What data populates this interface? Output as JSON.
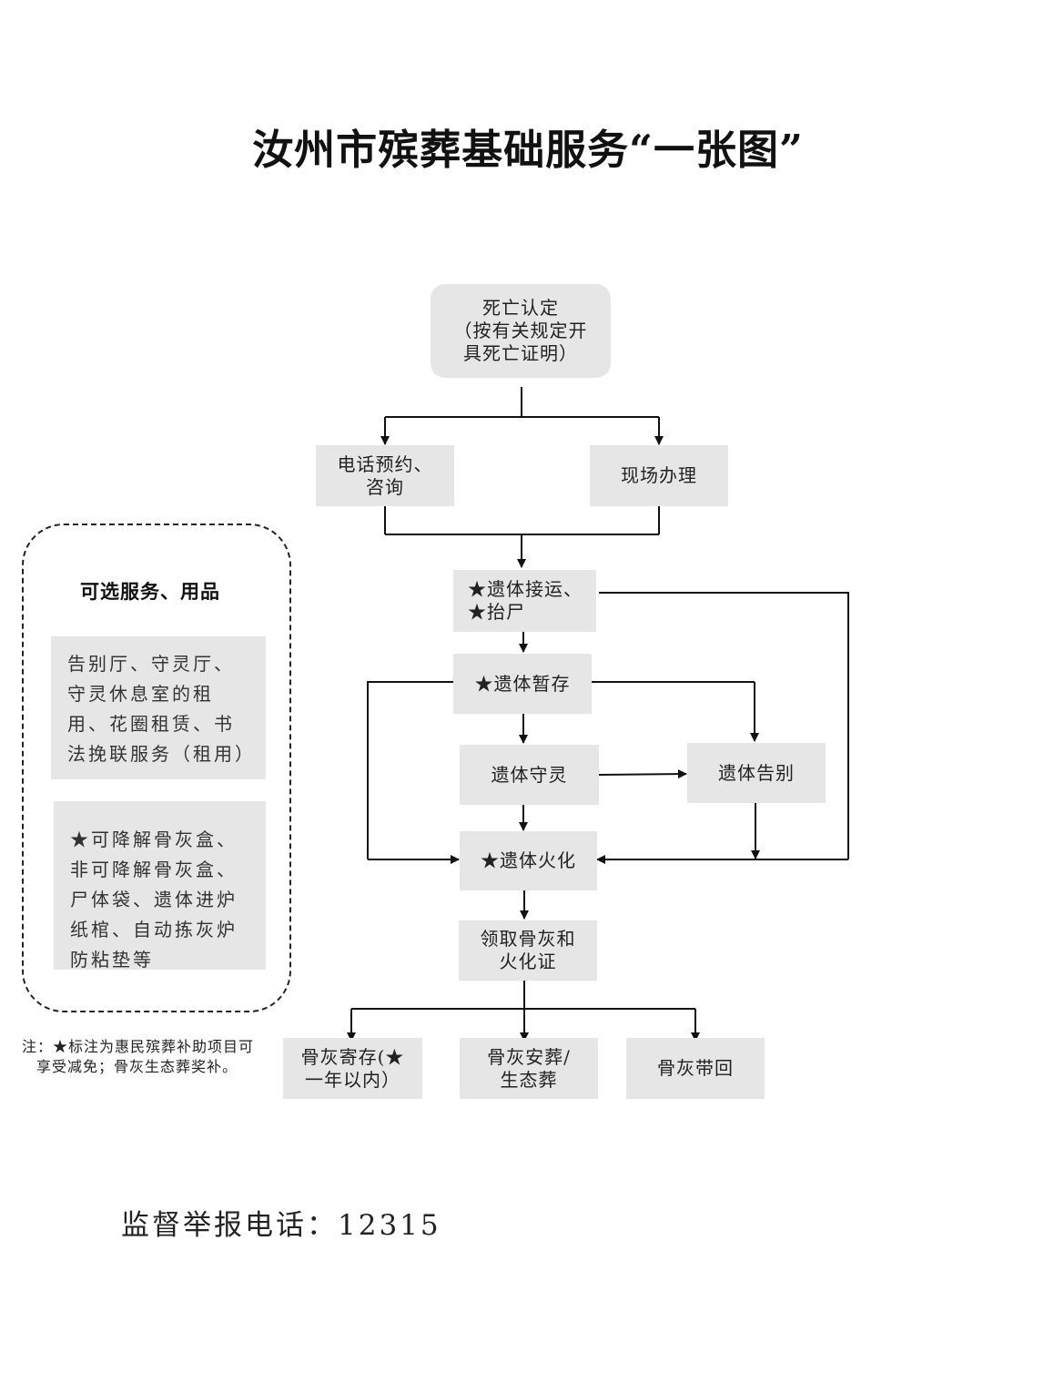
{
  "title": "汝州市殡葬基础服务“一张图”",
  "flow": {
    "death_cert": "死亡认定\n（按有关规定开\n具死亡证明）",
    "phone": "电话预约、\n咨询",
    "onsite": "现场办理",
    "transport": "★遗体接运、\n★抬尸",
    "temp_storage": "★遗体暂存",
    "vigil": "遗体守灵",
    "farewell": "遗体告别",
    "cremation": "★遗体火化",
    "collect": "领取骨灰和\n火化证",
    "deposit": "骨灰寄存(★\n一年以内）",
    "burial": "骨灰安葬/\n生态葬",
    "take_home": "骨灰带回"
  },
  "optional": {
    "heading": "可选服务、用品",
    "item1": "告别厅、守灵厅、守灵休息室的租用、花圈租赁、书法挽联服务（租用）",
    "item2": "★可降解骨灰盒、非可降解骨灰盒、尸体袋、遗体进炉纸棺、自动拣灰炉防粘垫等"
  },
  "note_line1": "注：★标注为惠民殡葬补助项目可",
  "note_line2": "享受减免；骨灰生态葬奖补。",
  "hotline": "监督举报电话：12315"
}
